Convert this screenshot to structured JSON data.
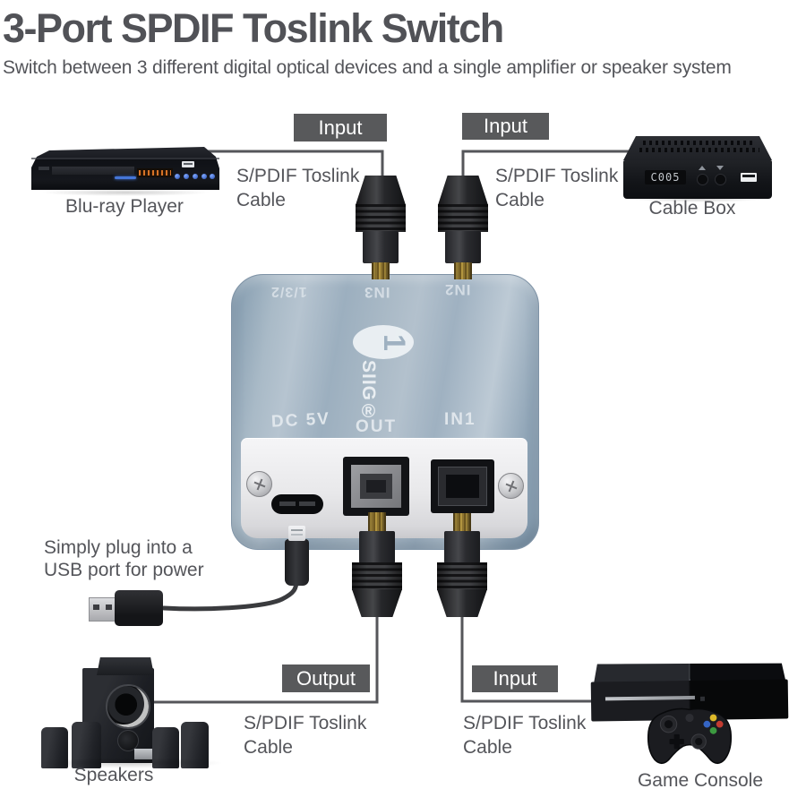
{
  "header": {
    "title": "3-Port SPDIF Toslink Switch",
    "subtitle": "Switch between 3 different digital optical devices and a single amplifier or speaker system"
  },
  "callouts": {
    "top_left": {
      "badge": "Input",
      "cable_label": "S/PDIF Toslink Cable"
    },
    "top_right": {
      "badge": "Input",
      "cable_label": "S/PDIF Toslink Cable"
    },
    "bottom_left": {
      "badge": "Output",
      "cable_label": "S/PDIF Toslink Cable"
    },
    "bottom_right": {
      "badge": "Input",
      "cable_label": "S/PDIF Toslink Cable"
    }
  },
  "annotations": {
    "usb_power": "Simply plug into a USB port for power"
  },
  "devices": {
    "bluray": {
      "label": "Blu-ray Player"
    },
    "cable_box": {
      "label": "Cable Box",
      "display": "C005"
    },
    "speakers": {
      "label": "Speakers"
    },
    "game_console": {
      "label": "Game Console"
    },
    "switch": {
      "brand": "SIIG®",
      "logo_digit": "1",
      "top_labels": {
        "selector": "1/3/2",
        "in3": "IN3",
        "in2": "IN2"
      },
      "front_labels": {
        "power": "DC 5V",
        "out": "OUT",
        "in1": "IN1"
      }
    }
  },
  "colors": {
    "text_gray": "#54555a",
    "badge_gray": "#58595b",
    "switch_body_blue": "#a3b5c4",
    "toslink_gold": "#a38434"
  }
}
